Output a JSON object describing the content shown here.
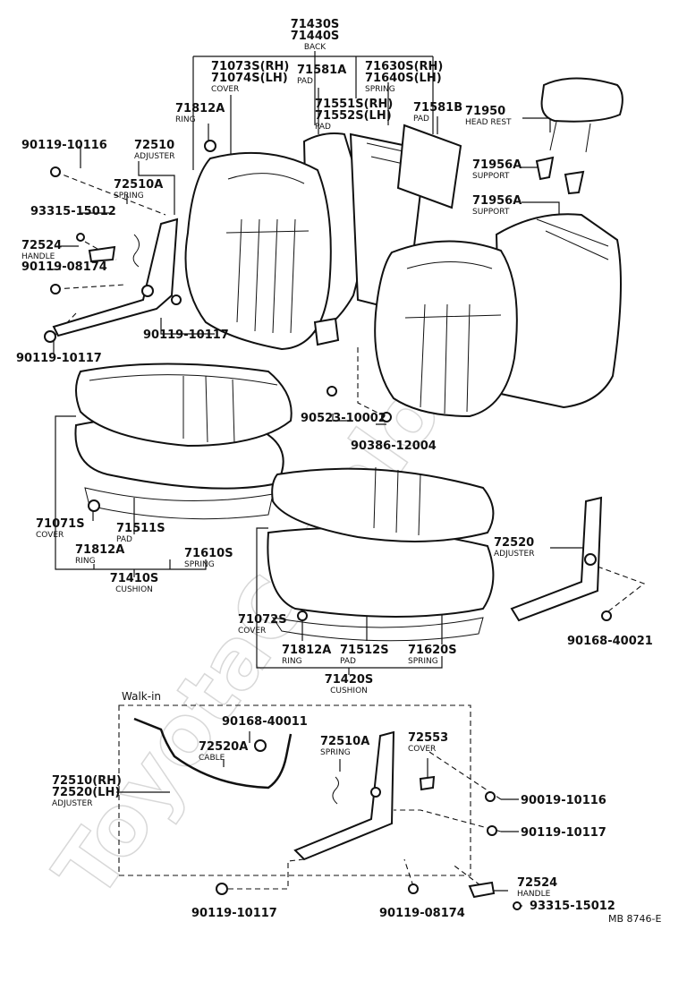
{
  "watermark": "ToyotaCatalog.ru",
  "diagram_code": "MB 8746-E",
  "walk_in_title": "Walk-in",
  "labels": [
    {
      "id": "back",
      "part": "71430S\n71440S",
      "name": "BACK"
    },
    {
      "id": "back_cover",
      "part": "71073S(RH)\n71074S(LH)",
      "name": "COVER"
    },
    {
      "id": "back_pad",
      "part": "71581A",
      "name": "PAD"
    },
    {
      "id": "back_spring",
      "part": "71630S(RH)\n71640S(LH)",
      "name": "SPRING"
    },
    {
      "id": "ring_top",
      "part": "71812A",
      "name": "RING"
    },
    {
      "id": "pad_inner",
      "part": "71551S(RH)\n71552S(LH)",
      "name": "PAD"
    },
    {
      "id": "pad_b",
      "part": "71581B",
      "name": "PAD"
    },
    {
      "id": "headrest",
      "part": "71950",
      "name": "HEAD REST"
    },
    {
      "id": "support1",
      "part": "71956A",
      "name": "SUPPORT"
    },
    {
      "id": "support2",
      "part": "71956A",
      "name": "SUPPORT"
    },
    {
      "id": "bolt_a",
      "part": "90119-10116",
      "name": ""
    },
    {
      "id": "adjuster_a",
      "part": "72510",
      "name": "ADJUSTER"
    },
    {
      "id": "spring_a",
      "part": "72510A",
      "name": "SPRING"
    },
    {
      "id": "screw_a",
      "part": "93315-15012",
      "name": ""
    },
    {
      "id": "handle_a",
      "part": "72524",
      "name": "HANDLE"
    },
    {
      "id": "bolt_b",
      "part": "90119-08174",
      "name": ""
    },
    {
      "id": "bolt_c",
      "part": "90119-10117",
      "name": ""
    },
    {
      "id": "bolt_d",
      "part": "90119-10117",
      "name": ""
    },
    {
      "id": "nut_a",
      "part": "90523-10002",
      "name": ""
    },
    {
      "id": "nut_b",
      "part": "90386-12004",
      "name": ""
    },
    {
      "id": "cov_a",
      "part": "71071S",
      "name": "COVER"
    },
    {
      "id": "pad_c",
      "part": "71511S",
      "name": "PAD"
    },
    {
      "id": "ring_c",
      "part": "71812A",
      "name": "RING"
    },
    {
      "id": "spring_c",
      "part": "71610S",
      "name": "SPRING"
    },
    {
      "id": "cushion_a",
      "part": "71410S",
      "name": "CUSHION"
    },
    {
      "id": "adjuster_b",
      "part": "72520",
      "name": "ADJUSTER"
    },
    {
      "id": "bolt_e",
      "part": "90168-40021",
      "name": ""
    },
    {
      "id": "cov_b",
      "part": "71072S",
      "name": "COVER"
    },
    {
      "id": "ring_d",
      "part": "71812A",
      "name": "RING"
    },
    {
      "id": "pad_d",
      "part": "71512S",
      "name": "PAD"
    },
    {
      "id": "spring_d",
      "part": "71620S",
      "name": "SPRING"
    },
    {
      "id": "cushion_b",
      "part": "71420S",
      "name": "CUSHION"
    },
    {
      "id": "bolt_f",
      "part": "90168-40011",
      "name": ""
    },
    {
      "id": "cable",
      "part": "72520A",
      "name": "CABLE"
    },
    {
      "id": "spring_e",
      "part": "72510A",
      "name": "SPRING"
    },
    {
      "id": "cover_e",
      "part": "72553",
      "name": "COVER"
    },
    {
      "id": "adjuster_c",
      "part": "72510(RH)\n72520(LH)",
      "name": "ADJUSTER"
    },
    {
      "id": "bolt_g",
      "part": "90019-10116",
      "name": ""
    },
    {
      "id": "bolt_h",
      "part": "90119-10117",
      "name": ""
    },
    {
      "id": "handle_b",
      "part": "72524",
      "name": "HANDLE"
    },
    {
      "id": "screw_b",
      "part": "93315-15012",
      "name": ""
    },
    {
      "id": "bolt_i",
      "part": "90119-10117",
      "name": ""
    },
    {
      "id": "bolt_j",
      "part": "90119-08174",
      "name": ""
    }
  ]
}
